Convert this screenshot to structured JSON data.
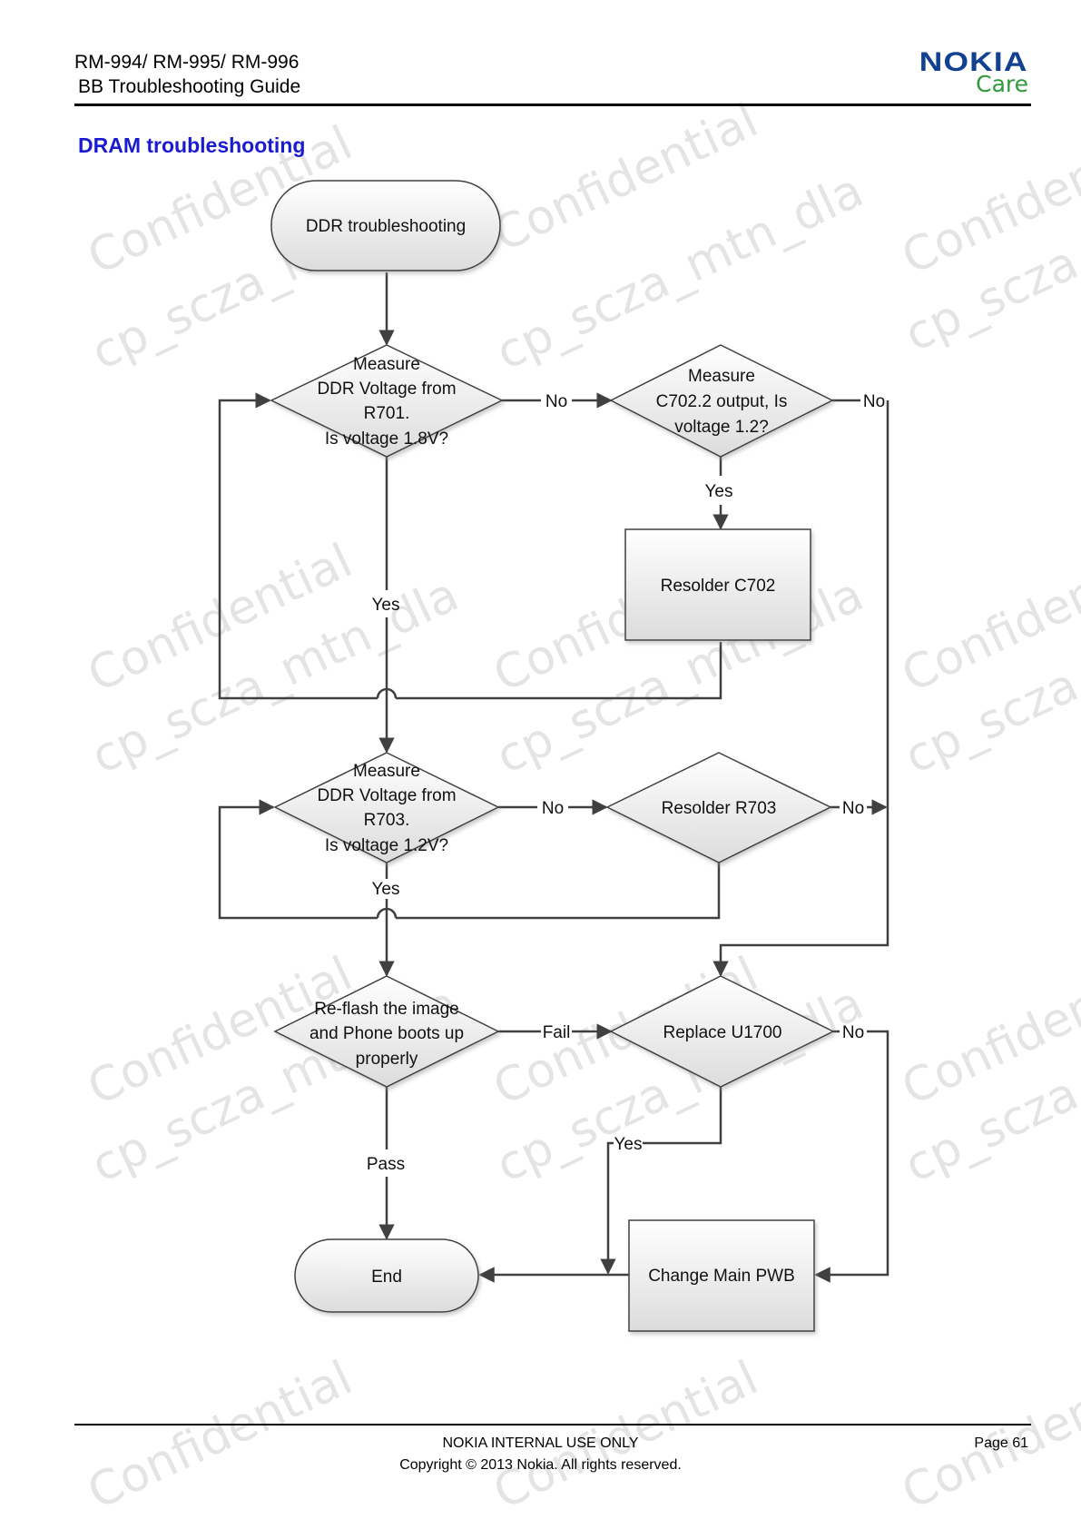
{
  "header": {
    "model_line": "RM-994/ RM-995/ RM-996",
    "guide_title": "BB Troubleshooting Guide",
    "logo_brand": "NOKIA",
    "logo_sub": "Care"
  },
  "section_title": "DRAM troubleshooting",
  "flowchart": {
    "start": "DDR troubleshooting",
    "measure_r701": [
      "Measure",
      "DDR Voltage from",
      "R701.",
      "Is voltage 1.8V?"
    ],
    "measure_c702": [
      "Measure",
      "C702.2 output, Is",
      "voltage 1.2?"
    ],
    "resolder_c702": "Resolder C702",
    "measure_r703": [
      "Measure",
      "DDR Voltage from",
      "R703.",
      "Is voltage 1.2V?"
    ],
    "resolder_r703": "Resolder R703",
    "reflash": [
      "Re-flash the image",
      "and Phone boots up",
      "properly"
    ],
    "replace_u1700": "Replace U1700",
    "change_pwb": "Change Main PWB",
    "end": "End",
    "labels": {
      "no": "No",
      "yes": "Yes",
      "fail": "Fail",
      "pass": "Pass"
    }
  },
  "watermark": {
    "line1": "Confidential",
    "line2": "cp_scza_mtn_dla"
  },
  "footer": {
    "internal": "NOKIA INTERNAL USE ONLY",
    "copyright": "Copyright © 2013 Nokia. All rights reserved.",
    "page": "Page 61"
  }
}
